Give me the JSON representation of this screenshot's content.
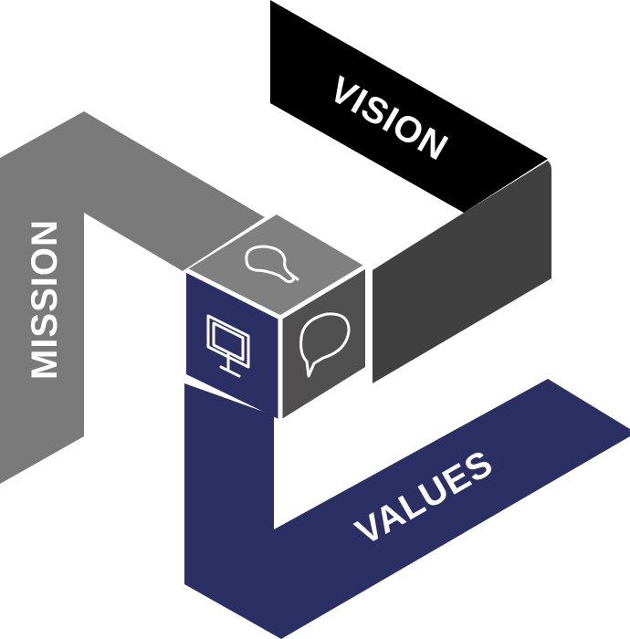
{
  "labels": {
    "vision": "VISION",
    "mission": "MISSION",
    "values": "VALUES"
  },
  "colors": {
    "vision_band": "#000000",
    "vision_side": "#404040",
    "mission_band": "#7a7a7a",
    "values_band": "#2b2f63",
    "cube_top": "#808080",
    "cube_left": "#2b2f63",
    "cube_right": "#505050"
  },
  "icons": {
    "cube_top": "lightbulb-icon",
    "cube_left": "monitor-icon",
    "cube_right": "speech-bubble-icon"
  }
}
